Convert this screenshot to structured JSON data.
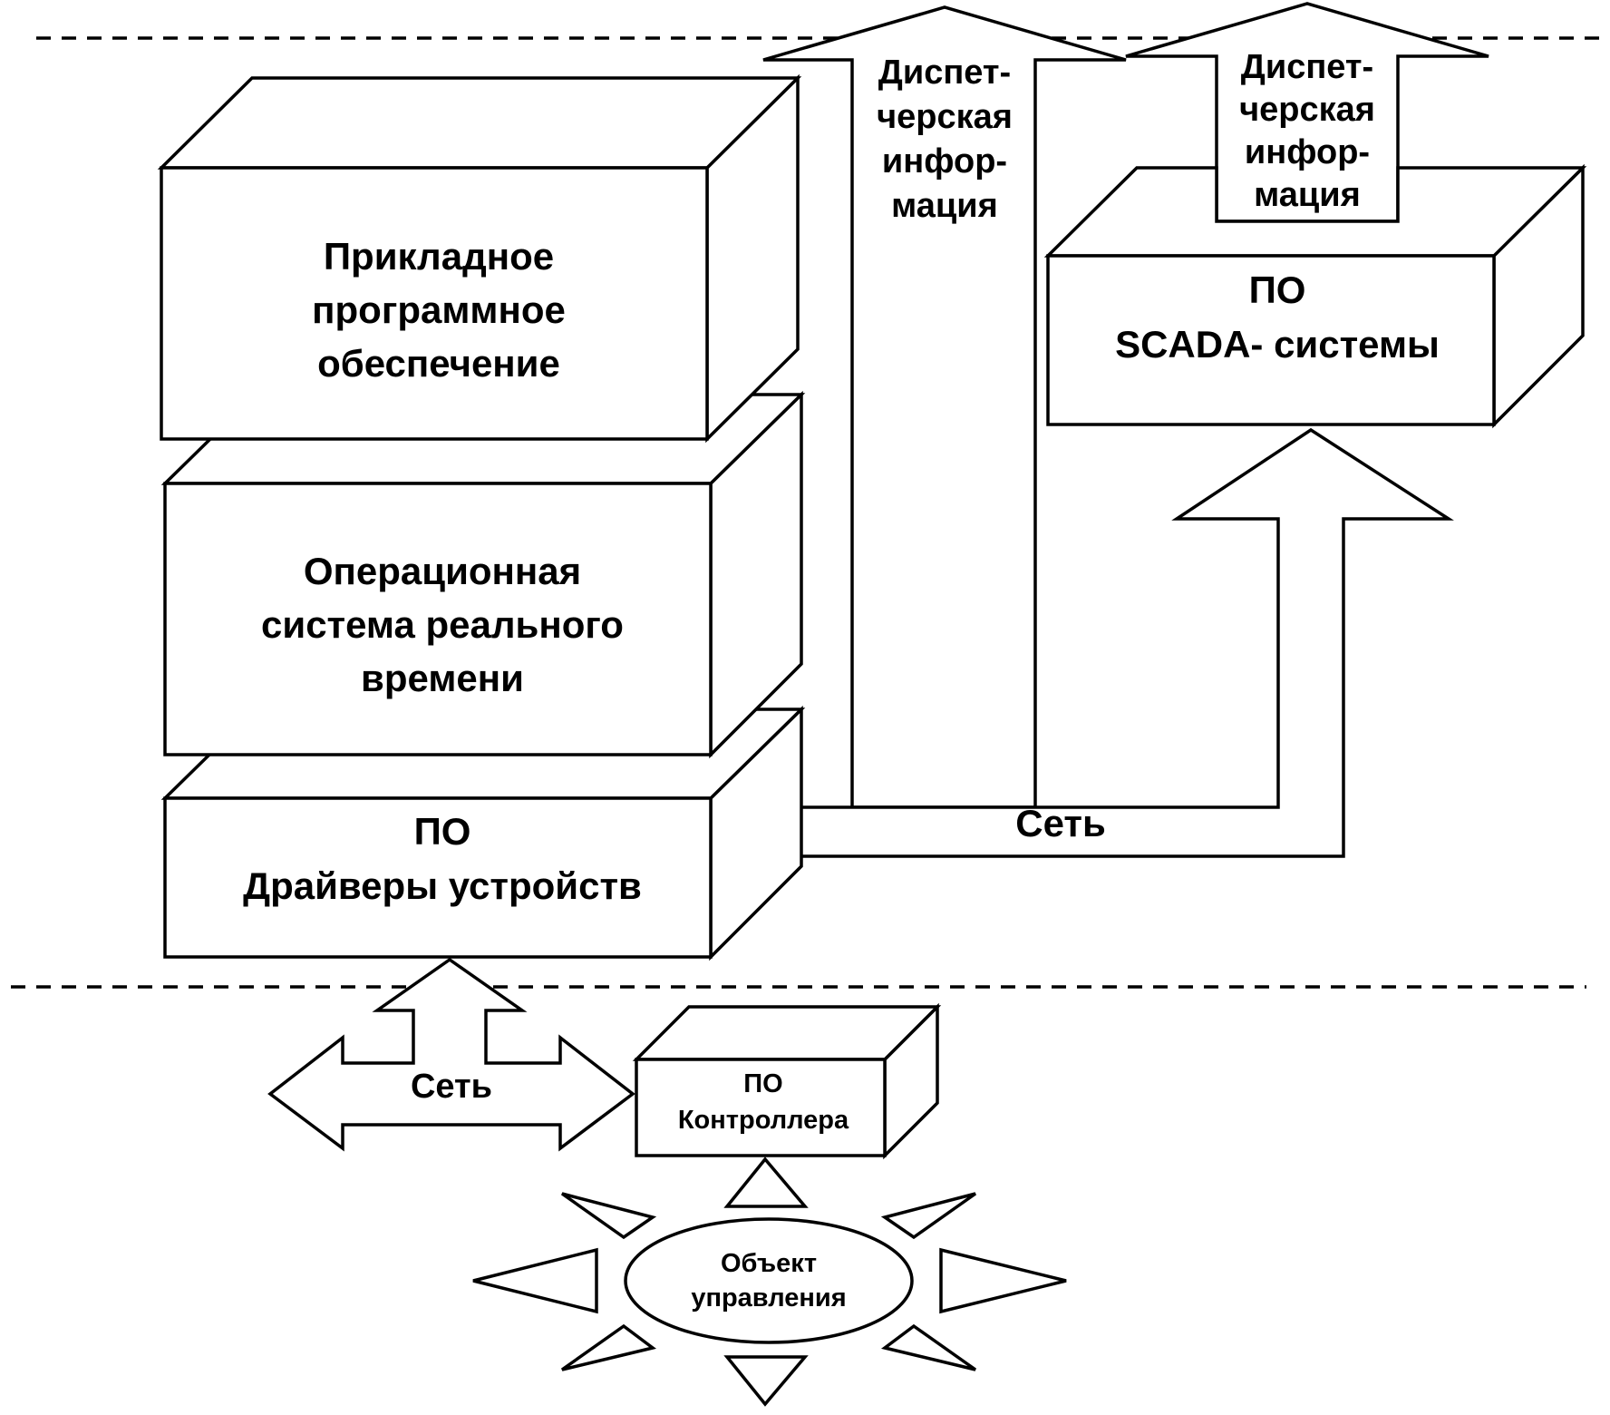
{
  "boxes": {
    "applied_software": {
      "lines": [
        "Прикладное",
        "программное",
        "обеспечение"
      ]
    },
    "rtos": {
      "lines": [
        "Операционная",
        "система реального",
        "времени"
      ]
    },
    "drivers": {
      "lines": [
        "ПО",
        "Драйверы устройств"
      ]
    },
    "scada": {
      "lines": [
        "ПО",
        "SCADA- системы"
      ]
    },
    "controller": {
      "lines": [
        "ПО",
        "Контроллера"
      ]
    }
  },
  "arrows": {
    "dispatch_left": {
      "lines": [
        "Диспет-",
        "черская",
        "инфор-",
        "мация"
      ]
    },
    "dispatch_right": {
      "lines": [
        "Диспет-",
        "черская",
        "инфор-",
        "мация"
      ]
    },
    "network_top": {
      "label": "Сеть"
    },
    "network_bottom": {
      "label": "Сеть"
    }
  },
  "control_object": {
    "lines": [
      "Объект",
      "управления"
    ]
  }
}
